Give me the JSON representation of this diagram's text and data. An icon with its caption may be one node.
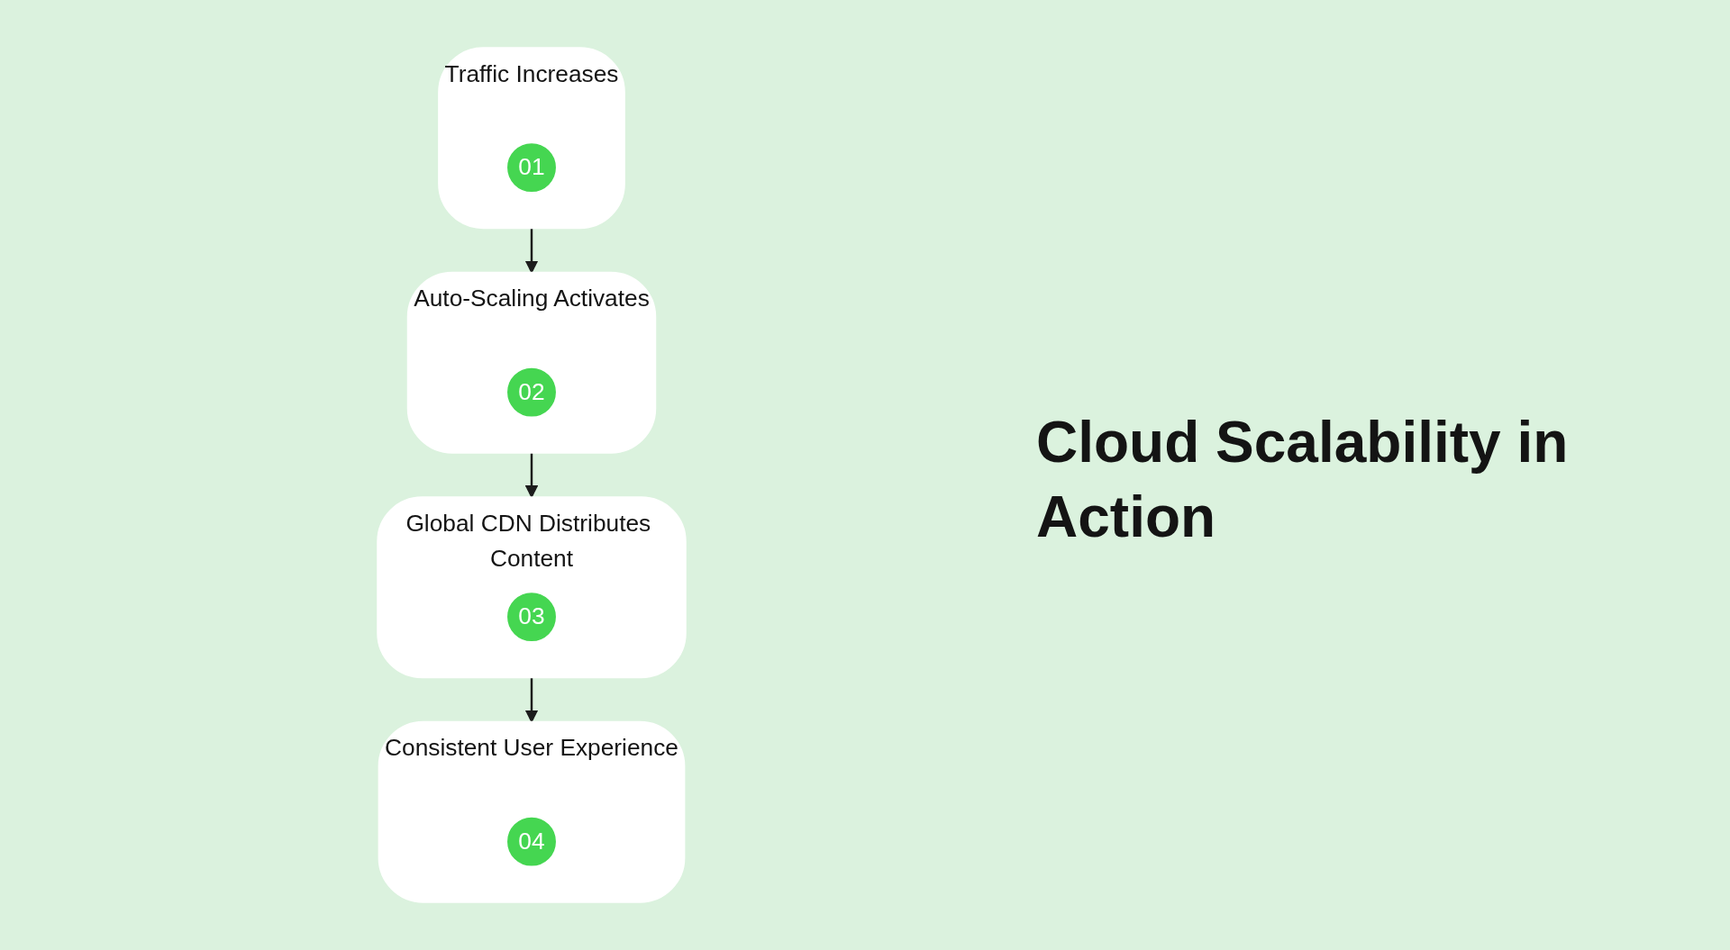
{
  "diagram": {
    "title": "Cloud Scalability in Action",
    "nodes": [
      {
        "text": [
          "Traffic Increases"
        ]
      },
      {
        "text": [
          "01"
        ],
        "in": 0
      },
      {
        "text": [
          "Auto-Scaling Activates"
        ]
      },
      {
        "text": [
          "02"
        ],
        "in": 2
      },
      {
        "text": [
          "Global CDN Distributes Content"
        ]
      },
      {
        "text": [
          "03"
        ],
        "in": 4
      },
      {
        "text": [
          "Consistent User Experience"
        ]
      },
      {
        "text": [
          "04"
        ],
        "in": 6
      }
    ],
    "edges": [
      {
        "from": 0,
        "to": 2,
        "arrow": "to"
      },
      {
        "from": 2,
        "to": 4,
        "arrow": "to"
      },
      {
        "from": 4,
        "to": 6,
        "arrow": "to"
      }
    ]
  }
}
